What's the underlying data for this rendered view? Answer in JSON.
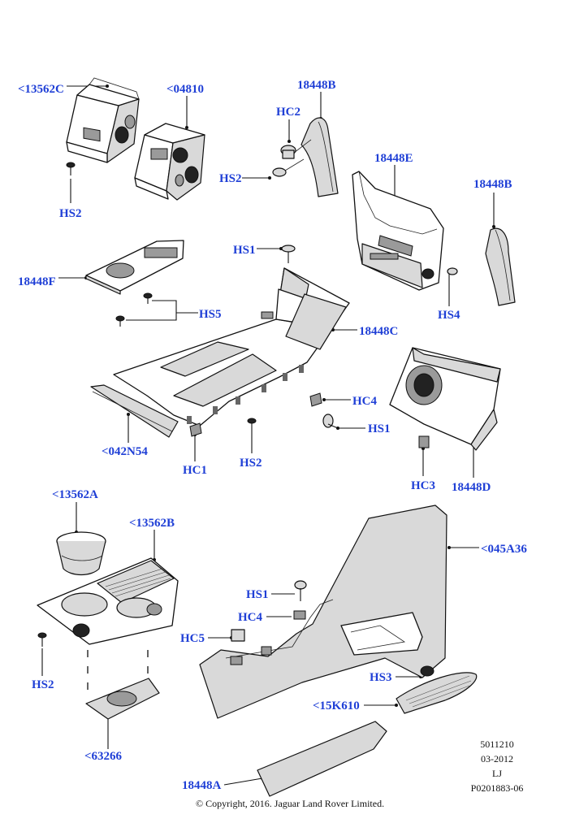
{
  "labels": {
    "c13562C": "<13562C",
    "c04810": "<04810",
    "l18448B_top": "18448B",
    "hc2": "HC2",
    "hs2_a": "HS2",
    "hs2_b": "HS2",
    "l18448E": "18448E",
    "l18448B_right": "18448B",
    "hs1_a": "HS1",
    "l18448F": "18448F",
    "hs5": "HS5",
    "l18448C": "18448C",
    "hs4": "HS4",
    "c042N54": "<042N54",
    "hc1": "HC1",
    "hs2_c": "HS2",
    "hc4_a": "HC4",
    "hs1_b": "HS1",
    "hc3": "HC3",
    "l18448D": "18448D",
    "c13562A": "<13562A",
    "c13562B": "<13562B",
    "c045A36": "<045A36",
    "hs1_c": "HS1",
    "hc4_b": "HC4",
    "hc5": "HC5",
    "hs2_d": "HS2",
    "hs3": "HS3",
    "c15K610": "<15K610",
    "c63266": "<63266",
    "l18448A": "18448A"
  },
  "reference": {
    "line1": "5011210",
    "line2": "03-2012",
    "line3": "LJ",
    "line4": "P0201883-06"
  },
  "copyright": "© Copyright, 2016. Jaguar Land Rover Limited.",
  "colors": {
    "label": "#1f3fd6",
    "ink": "#111111"
  }
}
